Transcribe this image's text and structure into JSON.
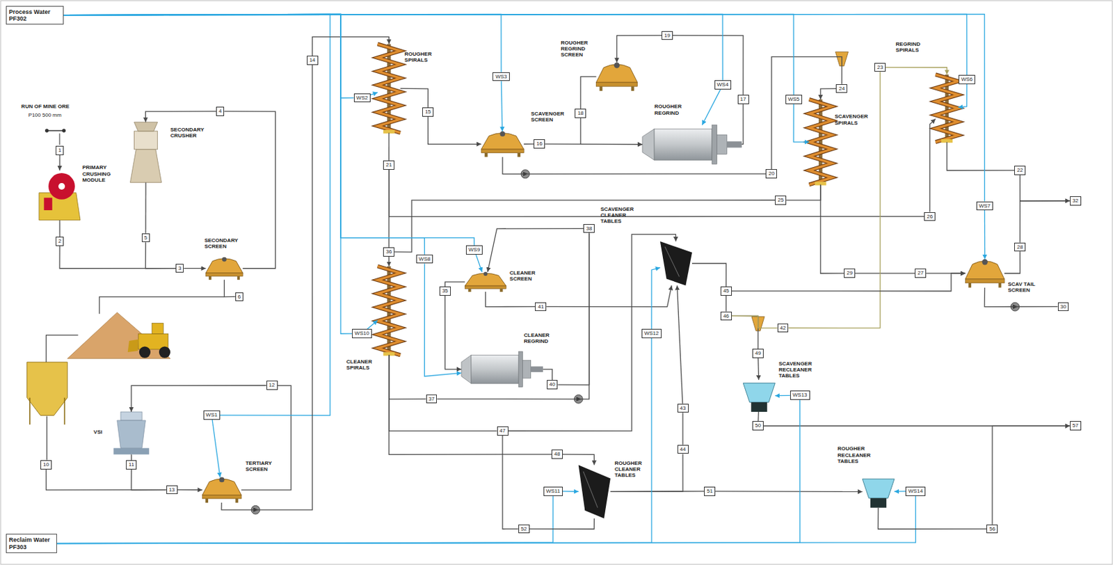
{
  "diagram": {
    "nodes": [
      {
        "text": [
          "Process Water PF302"
        ]
      },
      {
        "text": [
          "Reclaim Water PF303"
        ]
      },
      {
        "text": [
          "PRIMARY CRUSHING MODULE"
        ]
      },
      {
        "text": [
          "SECONDARY CRUSHER"
        ]
      },
      {
        "text": [
          "SECONDARY SCREEN"
        ]
      },
      {
        "text": [
          "VSI"
        ]
      },
      {
        "text": [
          "TERTIARY SCREEN"
        ]
      },
      {
        "text": [
          "ROUGHER SPIRALS"
        ]
      },
      {
        "text": [
          "SCAVENGER SCREEN"
        ]
      },
      {
        "text": [
          "ROUGHER REGRIND SCREEN"
        ]
      },
      {
        "text": [
          "ROUGHER REGRIND"
        ]
      },
      {
        "text": [
          "SCAVENGER SPIRALS"
        ]
      },
      {
        "text": [
          "REGRIND SPIRALS"
        ]
      },
      {
        "text": [
          "SCAV TAIL SCREEN"
        ]
      },
      {
        "text": [
          "CLEANER SPIRALS"
        ]
      },
      {
        "text": [
          "CLEANER SCREEN"
        ]
      },
      {
        "text": [
          "CLEANER REGRIND"
        ]
      },
      {
        "text": [
          "SCAVENGER CLEANER TABLES"
        ]
      },
      {
        "text": [
          "SCAVENGER RECLEANER TABLES"
        ]
      },
      {
        "text": [
          "ROUGHER CLEANER TABLES"
        ]
      },
      {
        "text": [
          "ROUGHER RECLEANER TABLES"
        ]
      },
      {
        "text": [
          "1"
        ]
      },
      {
        "text": [
          "2"
        ]
      },
      {
        "text": [
          "3"
        ]
      },
      {
        "text": [
          "4"
        ]
      },
      {
        "text": [
          "5"
        ]
      },
      {
        "text": [
          "6"
        ]
      },
      {
        "text": [
          "10"
        ]
      },
      {
        "text": [
          "11"
        ]
      },
      {
        "text": [
          "12"
        ]
      },
      {
        "text": [
          "13"
        ]
      },
      {
        "text": [
          "14"
        ]
      },
      {
        "text": [
          "WS1"
        ]
      },
      {
        "text": [
          "WS2"
        ]
      },
      {
        "text": [
          "15"
        ]
      },
      {
        "text": [
          "WS3"
        ]
      },
      {
        "text": [
          "16"
        ]
      },
      {
        "text": [
          "21"
        ]
      },
      {
        "text": [
          "18"
        ]
      },
      {
        "text": [
          "19"
        ]
      },
      {
        "text": [
          "WS4"
        ]
      },
      {
        "text": [
          "17"
        ]
      },
      {
        "text": [
          "20"
        ]
      },
      {
        "text": [
          "25"
        ]
      },
      {
        "text": [
          "24"
        ]
      },
      {
        "text": [
          "23"
        ]
      },
      {
        "text": [
          "WS5"
        ]
      },
      {
        "text": [
          "WS6"
        ]
      },
      {
        "text": [
          "22"
        ]
      },
      {
        "text": [
          "26"
        ]
      },
      {
        "text": [
          "WS7"
        ]
      },
      {
        "text": [
          "28"
        ]
      },
      {
        "text": [
          "27"
        ]
      },
      {
        "text": [
          "29"
        ]
      },
      {
        "text": [
          "30"
        ]
      },
      {
        "text": [
          "32"
        ]
      },
      {
        "text": [
          "36"
        ]
      },
      {
        "text": [
          "WS8"
        ]
      },
      {
        "text": [
          "WS9"
        ]
      },
      {
        "text": [
          "38"
        ]
      },
      {
        "text": [
          "35"
        ]
      },
      {
        "text": [
          "41"
        ]
      },
      {
        "text": [
          "WS10"
        ]
      },
      {
        "text": [
          "37"
        ]
      },
      {
        "text": [
          "40"
        ]
      },
      {
        "text": [
          "47"
        ]
      },
      {
        "text": [
          "48"
        ]
      },
      {
        "text": [
          "WS11"
        ]
      },
      {
        "text": [
          "52"
        ]
      },
      {
        "text": [
          "51"
        ]
      },
      {
        "text": [
          "43"
        ]
      },
      {
        "text": [
          "44"
        ]
      },
      {
        "text": [
          "45"
        ]
      },
      {
        "text": [
          "46"
        ]
      },
      {
        "text": [
          "42"
        ]
      },
      {
        "text": [
          "49"
        ]
      },
      {
        "text": [
          "50"
        ]
      },
      {
        "text": [
          "WS12"
        ]
      },
      {
        "text": [
          "WS13"
        ]
      },
      {
        "text": [
          "WS14"
        ]
      },
      {
        "text": [
          "56"
        ]
      },
      {
        "text": [
          "57"
        ]
      }
    ],
    "edges": [
      {
        "from": 21,
        "to": 2,
        "arrow": "to"
      },
      {
        "from": 2,
        "to": 22,
        "arrow": "none"
      },
      {
        "from": 22,
        "to": 23,
        "arrow": "none"
      },
      {
        "from": 3,
        "to": 25,
        "arrow": "none"
      },
      {
        "from": 25,
        "to": 23,
        "arrow": "none"
      },
      {
        "from": 23,
        "to": 4,
        "arrow": "to"
      },
      {
        "from": 4,
        "to": 24,
        "arrow": "none"
      },
      {
        "from": 24,
        "to": 3,
        "arrow": "to"
      },
      {
        "from": 4,
        "to": 26,
        "arrow": "none"
      },
      {
        "from": 27,
        "to": 30,
        "arrow": "none"
      },
      {
        "from": 5,
        "to": 28,
        "arrow": "none"
      },
      {
        "from": 28,
        "to": 30,
        "arrow": "none"
      },
      {
        "from": 30,
        "to": 6,
        "arrow": "to"
      },
      {
        "from": 6,
        "to": 29,
        "arrow": "none"
      },
      {
        "from": 29,
        "to": 5,
        "arrow": "to"
      },
      {
        "from": 0,
        "to": 32,
        "arrow": "none"
      },
      {
        "from": 32,
        "to": 6,
        "arrow": "to"
      },
      {
        "from": 6,
        "to": 31,
        "arrow": "none"
      },
      {
        "from": 31,
        "to": 7,
        "arrow": "to"
      },
      {
        "from": 0,
        "to": 33,
        "arrow": "none"
      },
      {
        "from": 33,
        "to": 7,
        "arrow": "to"
      },
      {
        "from": 7,
        "to": 34,
        "arrow": "none"
      },
      {
        "from": 34,
        "to": 8,
        "arrow": "to"
      },
      {
        "from": 0,
        "to": 35,
        "arrow": "none"
      },
      {
        "from": 35,
        "to": 8,
        "arrow": "to"
      },
      {
        "from": 8,
        "to": 36,
        "arrow": "none"
      },
      {
        "from": 36,
        "to": 10,
        "arrow": "to"
      },
      {
        "from": 9,
        "to": 38,
        "arrow": "none"
      },
      {
        "from": 38,
        "to": 10,
        "arrow": "to"
      },
      {
        "from": 10,
        "to": 41,
        "arrow": "none"
      },
      {
        "from": 41,
        "to": 39,
        "arrow": "none"
      },
      {
        "from": 39,
        "to": 9,
        "arrow": "to"
      },
      {
        "from": 0,
        "to": 40,
        "arrow": "none"
      },
      {
        "from": 40,
        "to": 10,
        "arrow": "to"
      },
      {
        "from": 8,
        "to": 42,
        "arrow": "none"
      },
      {
        "from": 42,
        "to": 44,
        "arrow": "none"
      },
      {
        "from": 44,
        "to": 11,
        "arrow": "to"
      },
      {
        "from": 0,
        "to": 46,
        "arrow": "none"
      },
      {
        "from": 46,
        "to": 11,
        "arrow": "to"
      },
      {
        "from": 7,
        "to": 37,
        "arrow": "none"
      },
      {
        "from": 37,
        "to": 56,
        "arrow": "none"
      },
      {
        "from": 56,
        "to": 14,
        "arrow": "to"
      },
      {
        "from": 11,
        "to": 43,
        "arrow": "none"
      },
      {
        "from": 43,
        "to": 56,
        "arrow": "none"
      },
      {
        "from": 37,
        "to": 49,
        "arrow": "none"
      },
      {
        "from": 49,
        "to": 12,
        "arrow": "to"
      },
      {
        "from": 12,
        "to": 48,
        "arrow": "none"
      },
      {
        "from": 48,
        "to": 55,
        "arrow": "to"
      },
      {
        "from": 0,
        "to": 47,
        "arrow": "none"
      },
      {
        "from": 47,
        "to": 12,
        "arrow": "to"
      },
      {
        "from": 11,
        "to": 53,
        "arrow": "none"
      },
      {
        "from": 53,
        "to": 52,
        "arrow": "none"
      },
      {
        "from": 52,
        "to": 13,
        "arrow": "to"
      },
      {
        "from": 0,
        "to": 50,
        "arrow": "none"
      },
      {
        "from": 50,
        "to": 13,
        "arrow": "to"
      },
      {
        "from": 13,
        "to": 51,
        "arrow": "none"
      },
      {
        "from": 51,
        "to": 55,
        "arrow": "to"
      },
      {
        "from": 13,
        "to": 54,
        "arrow": "none"
      },
      {
        "from": 74,
        "to": 45,
        "arrow": "none"
      },
      {
        "from": 45,
        "to": 12,
        "arrow": "to"
      },
      {
        "from": 14,
        "to": 63,
        "arrow": "none"
      },
      {
        "from": 63,
        "to": 59,
        "arrow": "none"
      },
      {
        "from": 16,
        "to": 64,
        "arrow": "none"
      },
      {
        "from": 64,
        "to": 59,
        "arrow": "none"
      },
      {
        "from": 59,
        "to": 15,
        "arrow": "to"
      },
      {
        "from": 0,
        "to": 58,
        "arrow": "none"
      },
      {
        "from": 58,
        "to": 15,
        "arrow": "to"
      },
      {
        "from": 15,
        "to": 60,
        "arrow": "none"
      },
      {
        "from": 60,
        "to": 16,
        "arrow": "to"
      },
      {
        "from": 0,
        "to": 57,
        "arrow": "none"
      },
      {
        "from": 57,
        "to": 16,
        "arrow": "to"
      },
      {
        "from": 0,
        "to": 62,
        "arrow": "none"
      },
      {
        "from": 62,
        "to": 14,
        "arrow": "to"
      },
      {
        "from": 15,
        "to": 61,
        "arrow": "none"
      },
      {
        "from": 61,
        "to": 17,
        "arrow": "to"
      },
      {
        "from": 14,
        "to": 65,
        "arrow": "none"
      },
      {
        "from": 65,
        "to": 17,
        "arrow": "to"
      },
      {
        "from": 14,
        "to": 66,
        "arrow": "none"
      },
      {
        "from": 66,
        "to": 19,
        "arrow": "to"
      },
      {
        "from": 1,
        "to": 67,
        "arrow": "none"
      },
      {
        "from": 67,
        "to": 19,
        "arrow": "to"
      },
      {
        "from": 19,
        "to": 68,
        "arrow": "none"
      },
      {
        "from": 68,
        "to": 65,
        "arrow": "none"
      },
      {
        "from": 19,
        "to": 69,
        "arrow": "none"
      },
      {
        "from": 69,
        "to": 20,
        "arrow": "to"
      },
      {
        "from": 19,
        "to": 71,
        "arrow": "none"
      },
      {
        "from": 71,
        "to": 70,
        "arrow": "none"
      },
      {
        "from": 70,
        "to": 17,
        "arrow": "to"
      },
      {
        "from": 17,
        "to": 72,
        "arrow": "none"
      },
      {
        "from": 72,
        "to": 13,
        "arrow": "to"
      },
      {
        "from": 72,
        "to": 73,
        "arrow": "none"
      },
      {
        "from": 73,
        "to": 75,
        "arrow": "none"
      },
      {
        "from": 73,
        "to": 74,
        "arrow": "none"
      },
      {
        "from": 75,
        "to": 18,
        "arrow": "to"
      },
      {
        "from": 18,
        "to": 76,
        "arrow": "none"
      },
      {
        "from": 76,
        "to": 81,
        "arrow": "to"
      },
      {
        "from": 1,
        "to": 77,
        "arrow": "none"
      },
      {
        "from": 77,
        "to": 17,
        "arrow": "to"
      },
      {
        "from": 1,
        "to": 78,
        "arrow": "none"
      },
      {
        "from": 78,
        "to": 18,
        "arrow": "to"
      },
      {
        "from": 1,
        "to": 79,
        "arrow": "none"
      },
      {
        "from": 79,
        "to": 20,
        "arrow": "to"
      },
      {
        "from": 20,
        "to": 80,
        "arrow": "none"
      },
      {
        "from": 80,
        "to": 81,
        "arrow": "to"
      }
    ],
    "labels": [
      "RUN OF MINE ORE",
      "P100 500 mm"
    ]
  }
}
